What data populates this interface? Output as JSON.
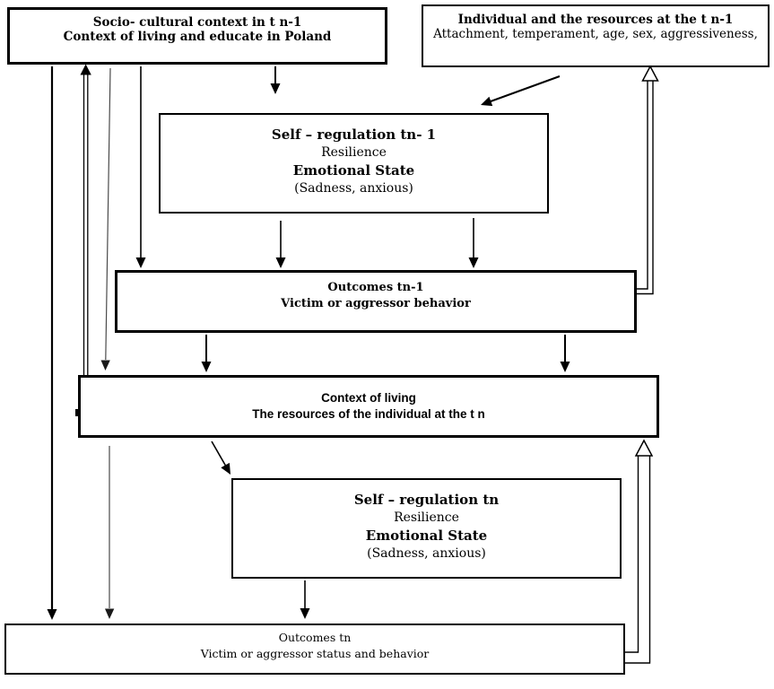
{
  "diagram": {
    "title_semantic": "Longitudinal model of socio-cultural context, self-regulation and bullying outcomes",
    "colors": {
      "border": "#000000",
      "background": "#ffffff",
      "arrow": "#000000",
      "thin_arrow": "#4a4a4a"
    },
    "boxes": {
      "socio": {
        "lines": [
          "Socio- cultural context in t n-1",
          "Context of living and educate in Poland"
        ]
      },
      "individual": {
        "lines": [
          "Individual and the resources at the t n-1",
          "Attachment, temperament, age, sex, aggressiveness,"
        ]
      },
      "selfreg1": {
        "lines": [
          "Self – regulation tn- 1",
          "Resilience",
          "Emotional State",
          "(Sadness, anxious)"
        ]
      },
      "outcomes1": {
        "lines": [
          "Outcomes tn-1",
          "Victim or aggressor behavior"
        ]
      },
      "context": {
        "lines": [
          "Context of living",
          "The resources of the individual at the t n"
        ]
      },
      "selfreg2": {
        "lines": [
          "Self – regulation tn",
          "Resilience",
          "Emotional State",
          "(Sadness, anxious)"
        ]
      },
      "outcomes2": {
        "lines": [
          "Outcomes tn",
          "Victim or aggressor status and behavior"
        ]
      }
    }
  }
}
